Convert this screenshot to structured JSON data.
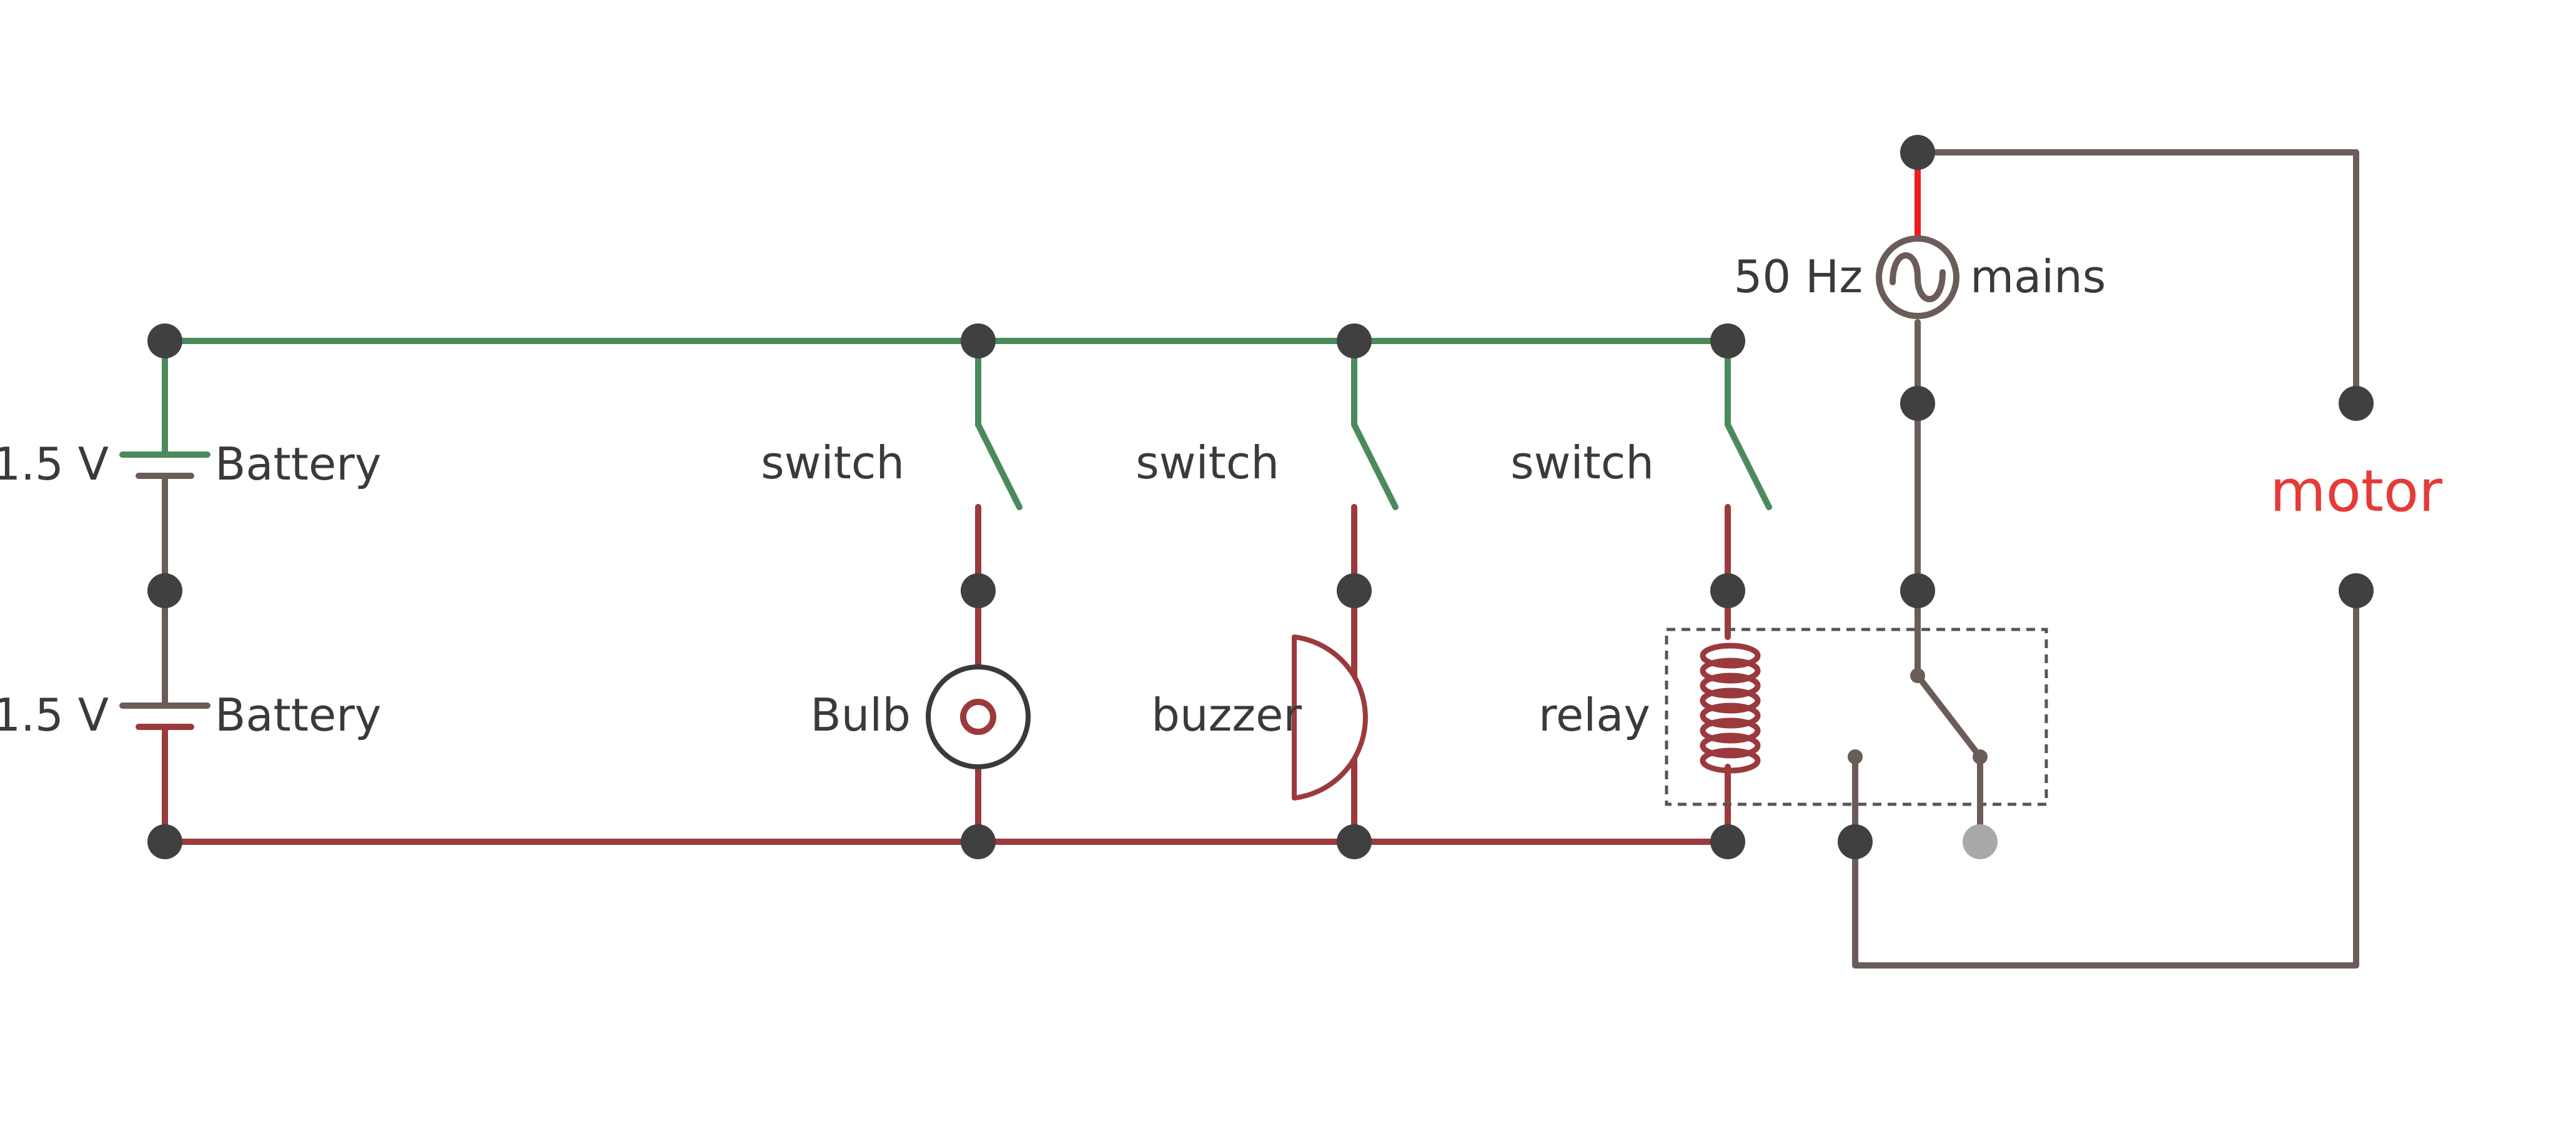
{
  "colors": {
    "positive_wire": "#4a8a5c",
    "negative_wire": "#9a3a3c",
    "mains_wire": "#6b5c5a",
    "mains_live": "#ee1c1c",
    "node": "#404040",
    "inactive_terminal": "#a8a8a8",
    "bulb": "#3a3a3a",
    "motor_label": "#e63a36",
    "relay_box": "#555555"
  },
  "batteries": [
    {
      "voltage": "1.5 V",
      "label": "Battery"
    },
    {
      "voltage": "1.5 V",
      "label": "Battery"
    }
  ],
  "switches": [
    {
      "label": "switch"
    },
    {
      "label": "switch"
    },
    {
      "label": "switch"
    }
  ],
  "loads": {
    "bulb": {
      "label": "Bulb",
      "icon": "bulb-icon"
    },
    "buzzer": {
      "label": "buzzer",
      "icon": "buzzer-icon"
    },
    "relay": {
      "label": "relay",
      "icon": "relay-coil-icon"
    }
  },
  "mains": {
    "frequency": "50 Hz",
    "label": "mains",
    "icon": "ac-source-icon"
  },
  "motor": {
    "label": "motor"
  }
}
